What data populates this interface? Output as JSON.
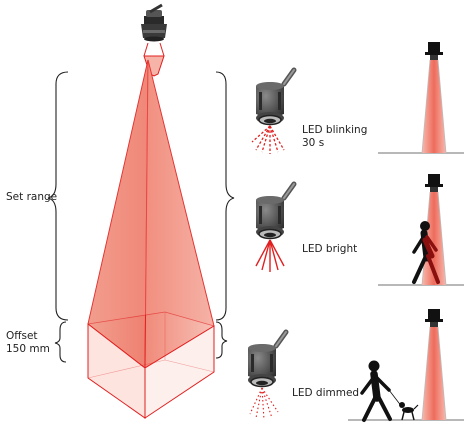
{
  "labels": {
    "set_range": "Set range",
    "offset_line1": "Offset",
    "offset_line2": "150 mm",
    "state_blinking_line1": "LED blinking",
    "state_blinking_line2": "30 s",
    "state_bright": "LED bright",
    "state_dimmed": "LED dimmed"
  },
  "colors": {
    "beam_fill": "#f08070",
    "beam_light": "#f6b3a8",
    "beam_edge": "#e02020",
    "sensor_body": "#4a4a4a",
    "ground": "#b8b8b8",
    "person": "#111111",
    "person_in_beam": "#8a1010",
    "dog": "#111111"
  },
  "icons": {
    "main_sensor": "sensor-head-icon",
    "detail_sensor": "sensor-detail-icon",
    "lamp": "lamp-post-icon",
    "walker": "walking-person-icon",
    "dog": "dog-icon"
  }
}
